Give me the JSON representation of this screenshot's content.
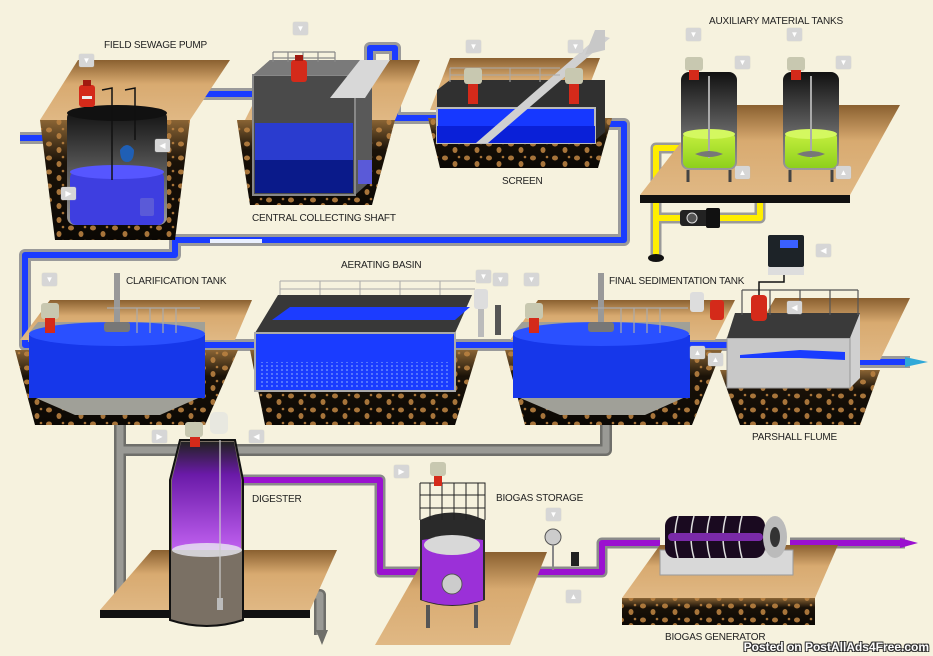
{
  "diagram": {
    "title": "Sewage treatment process",
    "labels": {
      "field_sewage_pump": "FIELD SEWAGE PUMP",
      "central_collecting_shaft": "CENTRAL COLLECTING SHAFT",
      "screen": "SCREEN",
      "auxiliary_material_tanks": "AUXILIARY MATERIAL TANKS",
      "clarification_tank": "CLARIFICATION TANK",
      "aerating_basin": "AERATING BASIN",
      "final_sedimentation_tank": "FINAL SEDIMENTATION TANK",
      "parshall_flume": "PARSHALL FLUME",
      "digester": "DIGESTER",
      "biogas_storage": "BIOGAS STORAGE",
      "biogas_generator": "BIOGAS GENERATOR"
    },
    "arrows": {
      "down": "▼",
      "up": "▲",
      "left": "◀",
      "right": "▶"
    },
    "colors": {
      "background": "#f6f2de",
      "water": "#1a3cff",
      "chemical": "#ffee00",
      "sludge_pipe": "#8a8a85",
      "biogas": "#9b10d0",
      "ground": "#c99a60",
      "soil": "#1a1208",
      "sensor_red": "#d42a1a"
    },
    "watermark": "Posted on PostAllAds4Free.com"
  }
}
